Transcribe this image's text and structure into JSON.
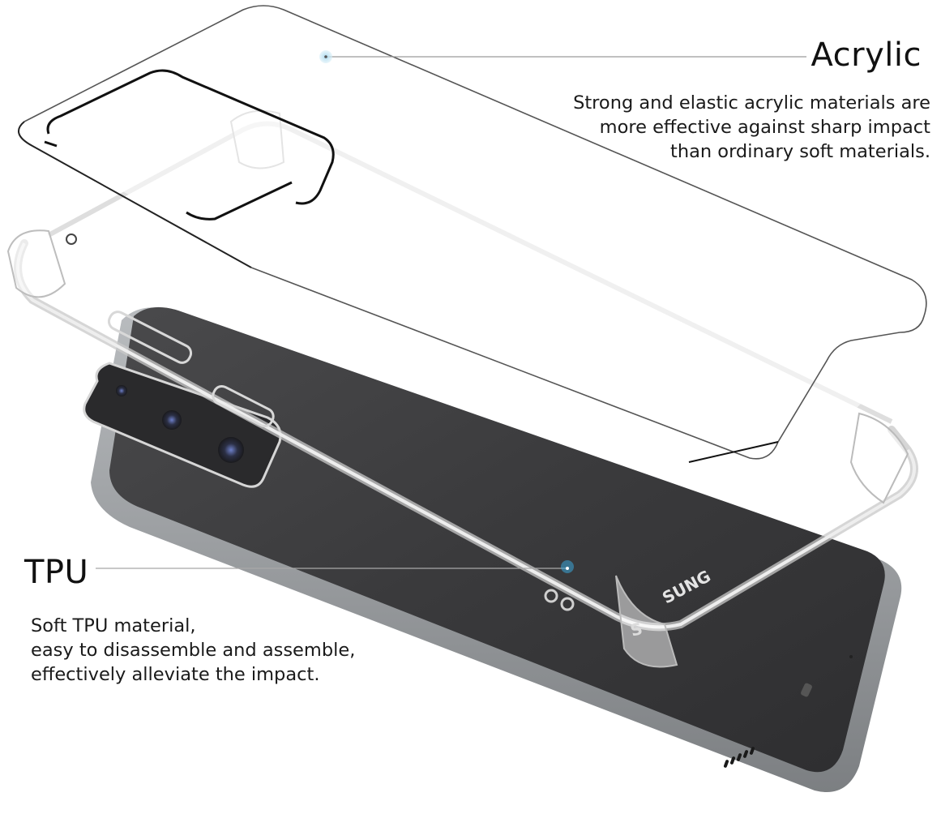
{
  "product": {
    "description": "Transparent phone case exploded view: acrylic back plate above TPU bumper frame on dark phone",
    "brand_text_on_device": "SUNG",
    "brand_text_partial": "S"
  },
  "callouts": {
    "acrylic": {
      "title": "Acrylic",
      "description": "Strong and elastic acrylic materials are\nmore effective against sharp impact\nthan ordinary soft materials."
    },
    "tpu": {
      "title": "TPU",
      "description": "Soft TPU material,\neasy to disassemble and assemble,\neffectively alleviate the impact."
    }
  },
  "colors": {
    "background": "#ffffff",
    "phone_body": "#3a3a3c",
    "phone_frame": "#8e9194",
    "leader_line": "#9a9a9a",
    "marker_dot": "#bfe3f2",
    "text": "#111111"
  }
}
